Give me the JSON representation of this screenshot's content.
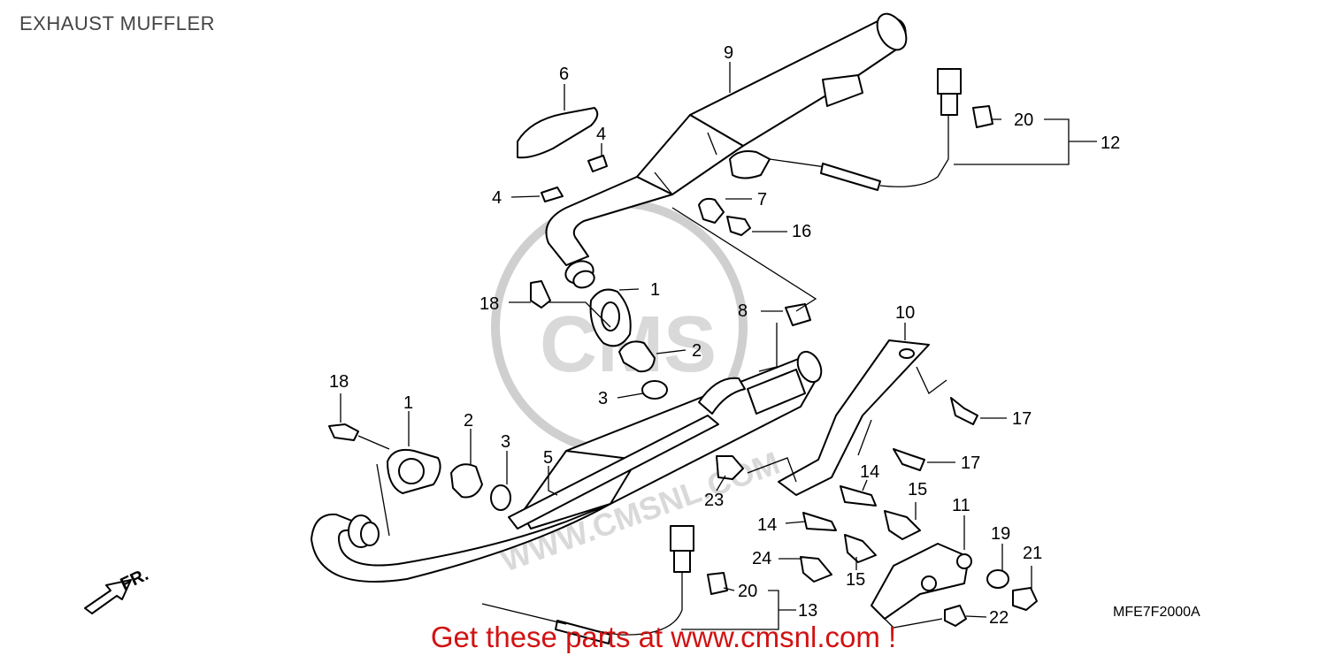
{
  "title": "EXHAUST MUFFLER",
  "diagram_code": "MFE7F2000A",
  "watermark": "WWW.CMSNL.COM",
  "watermark_logo": "CMS",
  "direction_label": "FR.",
  "cta": "Get these parts at www.cmsnl.com !",
  "callouts": {
    "c1a": "1",
    "c1b": "1",
    "c2a": "2",
    "c2b": "2",
    "c3a": "3",
    "c3b": "3",
    "c4a": "4",
    "c4b": "4",
    "c5": "5",
    "c6": "6",
    "c7": "7",
    "c8": "8",
    "c9": "9",
    "c10": "10",
    "c11": "11",
    "c12": "12",
    "c13": "13",
    "c14a": "14",
    "c14b": "14",
    "c15a": "15",
    "c15b": "15",
    "c16": "16",
    "c17a": "17",
    "c17b": "17",
    "c18a": "18",
    "c18b": "18",
    "c19": "19",
    "c20a": "20",
    "c20b": "20",
    "c21": "21",
    "c22": "22",
    "c23": "23",
    "c24": "24"
  }
}
